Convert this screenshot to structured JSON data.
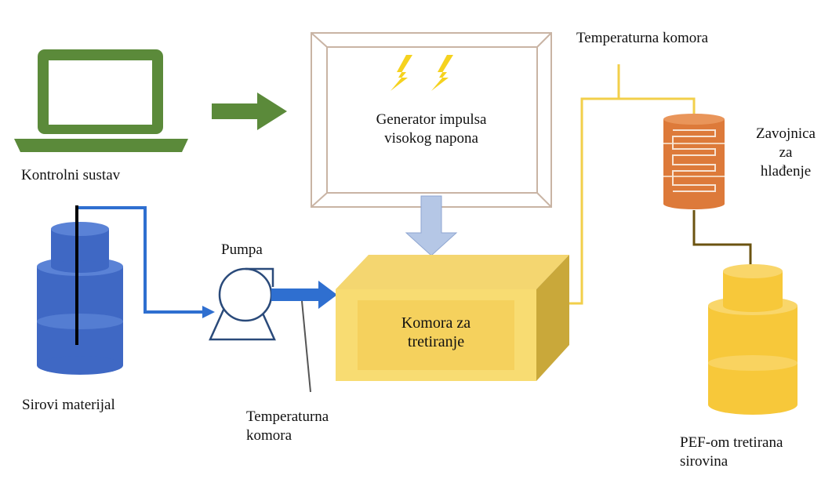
{
  "labels": {
    "control_system": "Kontrolni sustav",
    "generator_line1": "Generator impulsa",
    "generator_line2": "visokog napona",
    "temp_chamber_top": "Temperaturna komora",
    "cooling_line1": "Zavojnica",
    "cooling_line2": "za",
    "cooling_line3": "hlađenje",
    "pump": "Pumpa",
    "treatment_line1": "Komora za",
    "treatment_line2": "tretiranje",
    "raw_material": "Sirovi materijal",
    "temp_chamber_bottom_line1": "Temperaturna",
    "temp_chamber_bottom_line2": "komora",
    "pef_line1": "PEF-om tretirana",
    "pef_line2": "sirovina"
  },
  "colors": {
    "laptop_green": "#5b8a3a",
    "arrow_green": "#5b8a3a",
    "generator_frame": "#c9b4a4",
    "lightning": "#f5d21f",
    "down_arrow": "#b5c7e6",
    "raw_blue": "#3f68c4",
    "pipe_blue": "#2f6fd0",
    "chamber_yellow": "#f8dc72",
    "pipe_yellow": "#f2cf4a",
    "coil_orange": "#dd7a3a",
    "pipe_brown": "#6b5310",
    "product_yellow": "#f7c83a"
  }
}
